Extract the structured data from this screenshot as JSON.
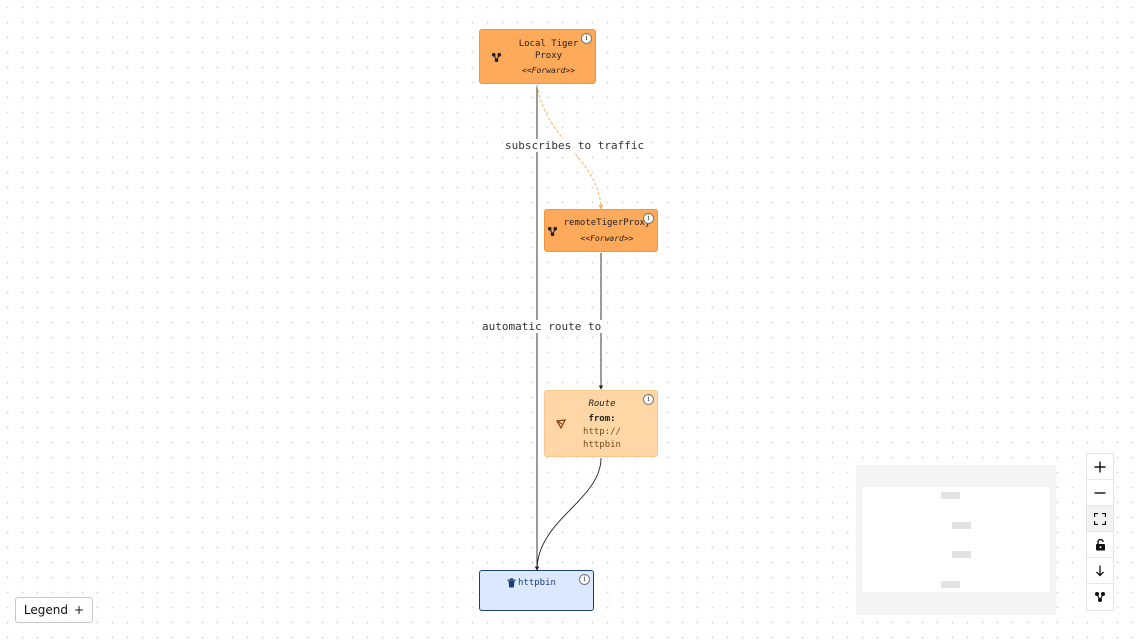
{
  "nodes": {
    "local_proxy": {
      "title": "Local Tiger\nProxy",
      "stereotype": "<<Forward>>",
      "info": "i",
      "icon": "proxy-icon"
    },
    "remote_proxy": {
      "title": "remoteTigerProxy",
      "stereotype": "<<Forward>>",
      "info": "i",
      "icon": "proxy-icon"
    },
    "route": {
      "title": "Route",
      "from_label": "from:",
      "from_value": "http://\nhttpbin",
      "info": "i",
      "icon": "route-icon"
    },
    "httpbin": {
      "title": "httpbin",
      "info": "i",
      "icon": "trash-icon"
    }
  },
  "edges": {
    "subscribes": {
      "label": "subscribes to traffic"
    },
    "automatic_route": {
      "label": "automatic route to"
    }
  },
  "legend": {
    "label": "Legend",
    "icon_text": "+"
  },
  "controls": [
    "zoom-in-icon",
    "zoom-out-icon",
    "fit-view-icon",
    "lock-icon",
    "arrow-down-icon",
    "proxy-icon"
  ],
  "colors": {
    "proxy_fill": "#ffa95a",
    "route_fill": "#ffd7a6",
    "server_fill": "#dbe8ff",
    "server_border": "#1f3f73",
    "dashed_edge": "#f5b560"
  }
}
